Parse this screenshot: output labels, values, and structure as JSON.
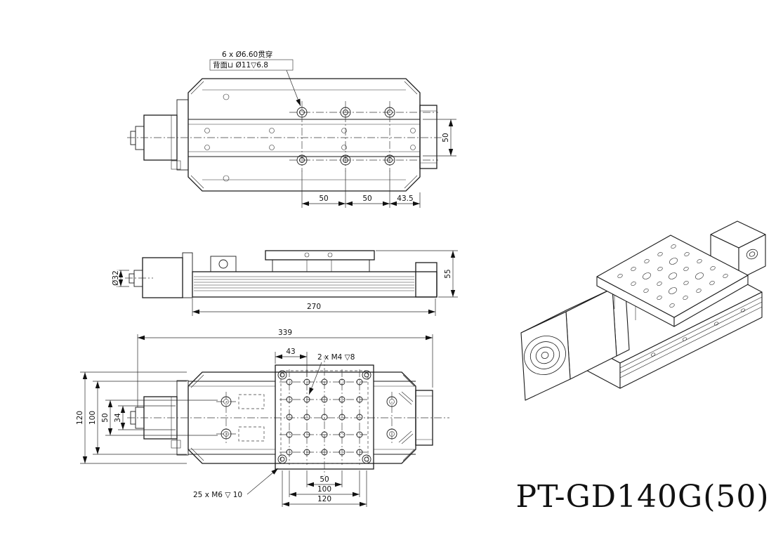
{
  "drawing": {
    "title": "PT-GD140G(50)"
  },
  "callouts": {
    "top_holes_line1": "6 x Ø6.60贯穿",
    "top_holes_line2": "背面⊔ Ø11▽6.8",
    "table_m4": "2 x M4 ▽8",
    "base_m6": "25 x M6 ▽ 10"
  },
  "dims": {
    "top": {
      "rail_span": "50",
      "pitch1": "50",
      "pitch2": "50",
      "end": "43.5"
    },
    "side": {
      "shaft_dia": "Ø32",
      "length": "270",
      "height": "55"
    },
    "bottom": {
      "total": "339",
      "edge": "43",
      "w120": "120",
      "w100": "100",
      "w50": "50",
      "w34": "34",
      "p50": "50",
      "p100": "100",
      "p120": "120"
    }
  }
}
